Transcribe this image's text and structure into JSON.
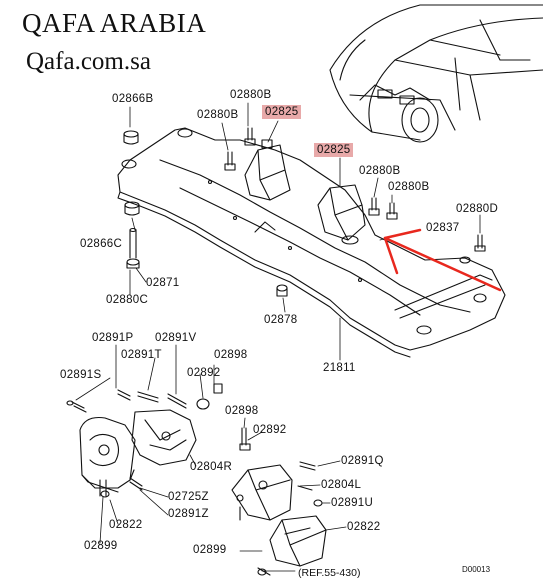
{
  "brand": {
    "title": "QAFA ARABIA",
    "url": "Qafa.com.sa"
  },
  "colors": {
    "highlight": "#e8a9a9",
    "arrow": "#e8281e",
    "line": "#111111"
  },
  "labels": [
    {
      "id": "02866B",
      "text": "02866B"
    },
    {
      "id": "02880B_a",
      "text": "02880B"
    },
    {
      "id": "02880B_b",
      "text": "02880B"
    },
    {
      "id": "02825_a",
      "text": "02825",
      "highlighted": true
    },
    {
      "id": "02825_b",
      "text": "02825",
      "highlighted": true
    },
    {
      "id": "02880B_c",
      "text": "02880B"
    },
    {
      "id": "02880B_d",
      "text": "02880B"
    },
    {
      "id": "02880D",
      "text": "02880D"
    },
    {
      "id": "02837",
      "text": "02837"
    },
    {
      "id": "02866C",
      "text": "02866C"
    },
    {
      "id": "02871",
      "text": "02871"
    },
    {
      "id": "02880C",
      "text": "02880C"
    },
    {
      "id": "02878",
      "text": "02878"
    },
    {
      "id": "21811",
      "text": "21811"
    },
    {
      "id": "02891P",
      "text": "02891P"
    },
    {
      "id": "02891V",
      "text": "02891V"
    },
    {
      "id": "02891T",
      "text": "02891T"
    },
    {
      "id": "02898_a",
      "text": "02898"
    },
    {
      "id": "02891S",
      "text": "02891S"
    },
    {
      "id": "02892_a",
      "text": "02892"
    },
    {
      "id": "02898_b",
      "text": "02898"
    },
    {
      "id": "02892_b",
      "text": "02892"
    },
    {
      "id": "02804R",
      "text": "02804R"
    },
    {
      "id": "02891Q",
      "text": "02891Q"
    },
    {
      "id": "02804L",
      "text": "02804L"
    },
    {
      "id": "02725Z",
      "text": "02725Z"
    },
    {
      "id": "02891U",
      "text": "02891U"
    },
    {
      "id": "02822_a",
      "text": "02822"
    },
    {
      "id": "02891Z",
      "text": "02891Z"
    },
    {
      "id": "02822_b",
      "text": "02822"
    },
    {
      "id": "02899_a",
      "text": "02899"
    },
    {
      "id": "02899_b",
      "text": "02899"
    }
  ],
  "reference": "(REF.55-430)",
  "diagram_code": "D00013"
}
